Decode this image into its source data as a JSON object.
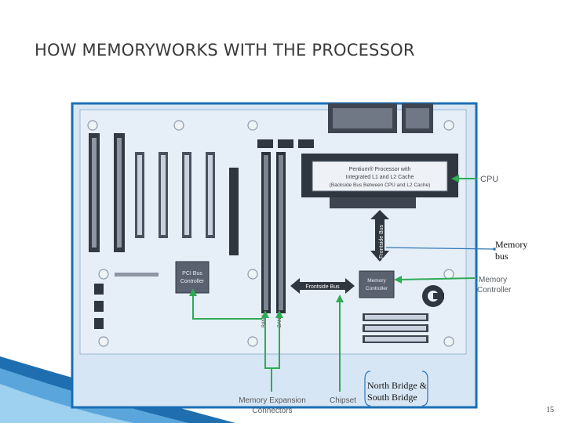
{
  "slide": {
    "title": "HOW MEMORYWORKS WITH THE PROCESSOR",
    "page_number": "15"
  },
  "diagram": {
    "cpu_box_lines": [
      "Pentium® Processor with",
      "Integrated L1 and L2 Cache",
      "(Backside Bus Between CPU and L2 Cache)"
    ],
    "frontside_bus_vertical": "Frontside Bus",
    "frontside_bus_horizontal": "Frontside Bus",
    "pci_controller_lines": [
      "PCI Bus",
      "Controller"
    ],
    "memory_controller_chip_lines": [
      "Memory",
      "Controller"
    ],
    "bank0": "BANK 0",
    "bank1": "BANK 1",
    "labels": {
      "cpu": "CPU",
      "memory_controller": [
        "Memory",
        "Controller"
      ],
      "memory_expansion": [
        "Memory Expansion",
        "Connectors"
      ],
      "chipset": "Chipset"
    },
    "callouts": {
      "memory_bus": [
        "Memory",
        "bus"
      ],
      "north_south": [
        "North Bridge &",
        "South Bridge"
      ]
    },
    "colors": {
      "board": "#d7e6f4",
      "board_border": "#1b6fb5",
      "arrow_green": "#2faa55",
      "chip": "#5a6270",
      "label_gray": "#555a60"
    }
  }
}
